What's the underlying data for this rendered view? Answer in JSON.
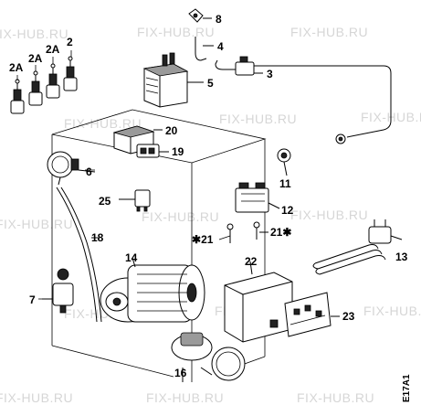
{
  "watermark": "FIX-HUB.RU",
  "diagram_code": "E17A1",
  "labels": {
    "l2": "2",
    "l2a_1": "2A",
    "l2a_2": "2A",
    "l2a_3": "2A",
    "l3": "3",
    "l4": "4",
    "l5": "5",
    "l6": "6",
    "l7": "7",
    "l8": "8",
    "l11": "11",
    "l12": "12",
    "l13": "13",
    "l14": "14",
    "l16": "16",
    "l18": "18",
    "l19": "19",
    "l20": "20",
    "l21a": "21",
    "l21b": "21",
    "l22": "22",
    "l23": "23",
    "l25": "25"
  },
  "colors": {
    "line": "#000000",
    "watermark": "#d6d6d6",
    "background": "#ffffff"
  }
}
